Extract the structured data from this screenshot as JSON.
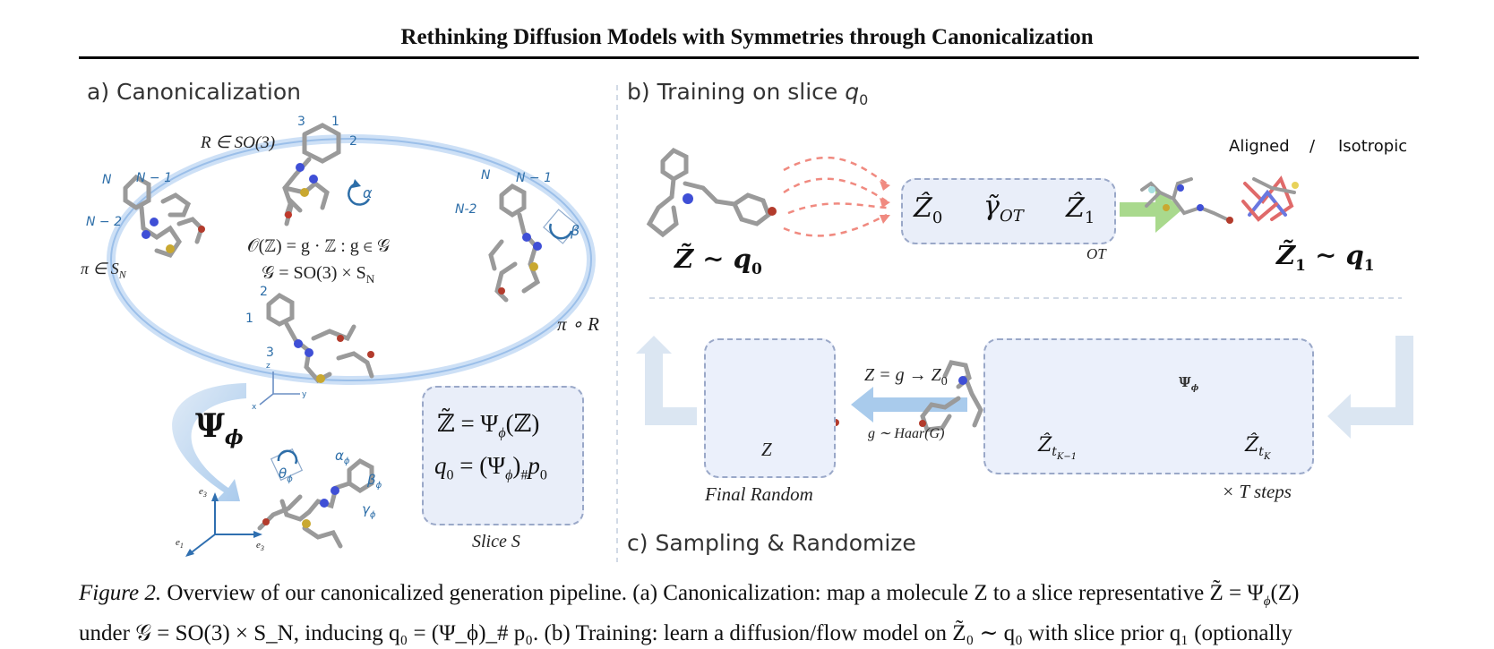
{
  "header": {
    "title": "Rethinking Diffusion Models with Symmetries through Canonicalization"
  },
  "panel_a": {
    "title": "a) Canonicalization",
    "rotation_label": "R ∈ SO(3)",
    "perm_label": "π ∈ S",
    "perm_sub": "N",
    "compose_label": "π ∘ R",
    "orbit_line1": "𝒪(ℤ) = g · ℤ : g ∈ 𝒢",
    "orbit_line2": "𝒢 = SO(3) × S",
    "orbit_line2_sub": "N",
    "psi_label": "Ψ",
    "psi_sub": "ϕ",
    "slice_eq1": "ℤ̃ = Ψ",
    "slice_eq1_sub": "ϕ",
    "slice_eq1_tail": "(ℤ)",
    "slice_eq2_a": "q",
    "slice_eq2_a_sub": "0",
    "slice_eq2_b": " = (Ψ",
    "slice_eq2_b_sub": "ϕ",
    "slice_eq2_c": ")",
    "slice_eq2_c_sub": "#",
    "slice_eq2_d": "p",
    "slice_eq2_d_sub": "0",
    "slice_label": "Slice S",
    "atom_labels_top": [
      "3",
      "1",
      "2"
    ],
    "atom_labels_left": [
      "N",
      "N − 1",
      "N − 2"
    ],
    "atom_labels_right": [
      "N",
      "N − 1",
      "N-2"
    ],
    "atom_labels_bottom": [
      "2",
      "1",
      "3"
    ],
    "alpha": "α",
    "beta": "β",
    "axis_z": "z",
    "axis_x": "x",
    "axis_y": "y",
    "e3_top": "e",
    "e1": "e",
    "e3_right": "e",
    "e_sub_3": "3",
    "e_sub_1": "1",
    "theta_phi": "θ",
    "alpha_phi": "α",
    "beta_phi": "β",
    "gamma_phi": "γ",
    "phi_sub": "ϕ"
  },
  "panel_b": {
    "title": "b) Training on slice ",
    "title_q": "q",
    "title_q_sub": "0",
    "source_label": "Z̃ ∼ q",
    "source_sub": "0",
    "ot_z0": "Ẑ",
    "ot_z0_sub": "0",
    "ot_gamma": "γ̃",
    "ot_gamma_sub": "OT",
    "ot_z1": "Ẑ",
    "ot_z1_sub": "1",
    "ot_caption": "OT",
    "aligned": "Aligned",
    "slash": "/",
    "isotropic": "Isotropic",
    "target_label": "Z̃",
    "target_sub": "1",
    "target_tail": " ∼ q",
    "target_tail_sub": "1"
  },
  "panel_c": {
    "title": "c) Sampling & Randomize",
    "final_z": "Z",
    "final_label": "Final Random",
    "rand_eq": "Z = g → Z",
    "rand_eq_sub": "0",
    "haar": "g ∼ Haar(G)",
    "z_prev": "Ẑ",
    "z_prev_sub": "t",
    "z_prev_subsub": "K−1",
    "z_cur": "Ẑ",
    "z_cur_sub": "t",
    "z_cur_subsub": "K",
    "psi_small": "Ψ",
    "psi_small_sub": "ϕ",
    "steps": "× T steps"
  },
  "caption": {
    "fig": "Figure 2.",
    "line1_text": " Overview of our canonicalized generation pipeline. (a) Canonicalization: map a molecule Z to a slice representative Z̃ = Ψ",
    "line1_sub": "ϕ",
    "line1_tail": "(Z)",
    "line2": "under 𝒢 = SO(3) × S_N, inducing q₀ = (Ψ_ϕ)_# p₀. (b) Training: learn a diffusion/flow model on Z̃₀ ∼ q₀ with slice prior q₁ (optionally"
  },
  "colors": {
    "box_fill": "#e9eef9",
    "box_border": "#9aa8c8",
    "label_blue": "#2d6ea8",
    "ot_arrow": "#f08a80",
    "train_arrow": "#8fcf6a",
    "flow_arrow": "#bcd4ec",
    "orbit": "#a9c9ee"
  }
}
